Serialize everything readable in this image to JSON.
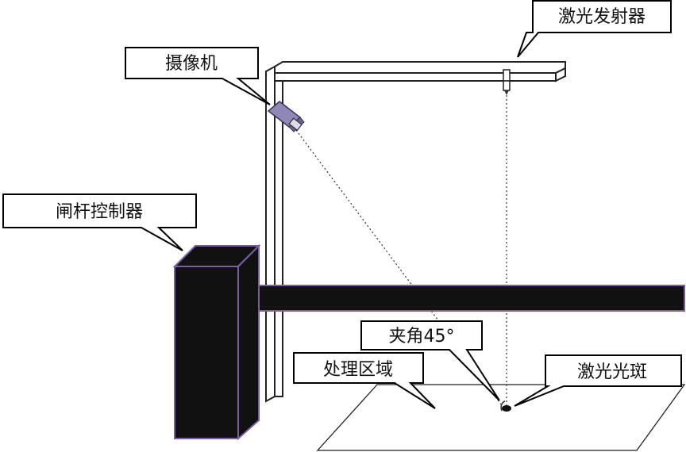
{
  "labels": {
    "laser_emitter": "激光发射器",
    "camera": "摄像机",
    "gate_controller": "闸杆控制器",
    "angle": "夹角45°",
    "processing_area": "处理区域",
    "laser_spot": "激光光斑"
  },
  "colors": {
    "frame_outline": "#2a2a2a",
    "frame_fill": "#ffffff",
    "barrier_fill": "#111111",
    "barrier_edge": "#7a5fa0",
    "camera_body": "#8f87b6",
    "callout_stroke": "#000000"
  }
}
